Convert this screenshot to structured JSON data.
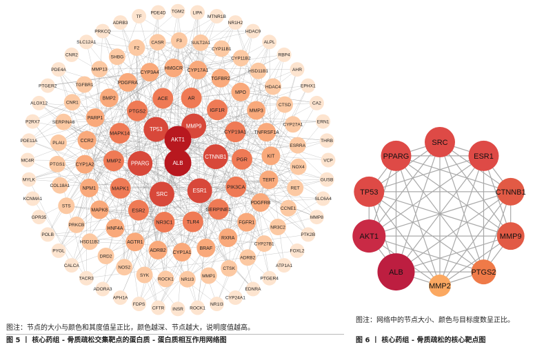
{
  "figure5": {
    "note": "图注：节点的大小与颜色和其度值呈正比，颜色越深、节点越大，说明度值越高。",
    "title": "图 5 丨 核心药组 - 骨质疏松交集靶点的蛋白质 - 蛋白质相互作用网络图",
    "rings": [
      {
        "degree": 1,
        "nodes": [
          "TGM2",
          "LIPA",
          "MTNR1B",
          "NR1H2",
          "HDAC9",
          "ALPL",
          "RBP4",
          "AHR",
          "EPHX1",
          "CA2",
          "ERN1",
          "THRB",
          "VCP",
          "GUSB",
          "SLC6A4",
          "MMP8",
          "PTK2B",
          "FOXL2",
          "ATP1A1",
          "PTGER4",
          "EDNRA",
          "CYP24A1",
          "NR1I3",
          "ROCK1",
          "INSR",
          "CFTR",
          "FDPS",
          "APH1A",
          "ADORA3",
          "TACR3",
          "CALCA",
          "PYGL",
          "POLB",
          "GPR35",
          "KCNMA1",
          "MYLK",
          "MC4R",
          "PDE11A",
          "P2RX7",
          "ALOX12",
          "PTGER2",
          "PDE4A",
          "CNR2",
          "SLC12A1",
          "PRKCQ",
          "ADRB3",
          "TF",
          "PDE4D"
        ]
      },
      {
        "degree": 2,
        "nodes": [
          "CYP11B1",
          "CYP11B2",
          "HSD11B1",
          "HDAC4",
          "CTSD",
          "CYP27A1",
          "ESRRA",
          "NOX4",
          "RET",
          "CCNE1",
          "NR3C2",
          "CYP27B1",
          "ADRB2",
          "CTSK",
          "MMP1",
          "NR1I3",
          "ROCK1",
          "SYK",
          "NOS2",
          "DRD2",
          "HSD11B2",
          "PRKCB",
          "STS",
          "COL18A1",
          "PTGS1",
          "PLAU",
          "SERPINA6",
          "CNR1",
          "TGFBR1",
          "MMP13",
          "SHBG",
          "F2",
          "CASR",
          "F3",
          "SULT2A1"
        ]
      },
      {
        "degree": 3,
        "nodes": [
          "MPO",
          "MMP3",
          "TNFRSF1A",
          "KIT",
          "TERT",
          "PDGFRB",
          "FGFR1",
          "RXRA",
          "BRAF",
          "CYP1A1",
          "ADRB2",
          "AGTR1",
          "HNF4A",
          "MAPK8",
          "NPM1",
          "CYP1A2",
          "CCR2",
          "PARP1",
          "BMP2",
          "PDGFRA",
          "CYP3A4",
          "HMGCR",
          "CYP17A1",
          "TGFBR2"
        ]
      },
      {
        "degree": 4,
        "nodes": [
          "CYP19A1",
          "PGR",
          "PIK3CA",
          "SERPINE1",
          "TLR4",
          "NR3C1",
          "ESR2",
          "MAPK1",
          "MMP2",
          "MAPK14",
          "PTGS2",
          "ACE",
          "AR",
          "IGF1R"
        ]
      },
      {
        "degree": 5,
        "nodes": [
          "CTNNB1",
          "ESR1",
          "SRC",
          "PPARG",
          "TP53",
          "MMP9"
        ]
      },
      {
        "degree": 6,
        "nodes": [
          "AKT1",
          "ALB"
        ]
      }
    ]
  },
  "figure6": {
    "note": "图注：网络中的节点大小、颜色与目标度数呈正比。",
    "title": "图 6 丨 核心药组 - 骨质疏松的核心靶点图",
    "nodes": [
      {
        "label": "SRC",
        "rank": 3
      },
      {
        "label": "ESR1",
        "rank": 3
      },
      {
        "label": "CTNNB1",
        "rank": 2
      },
      {
        "label": "MMP9",
        "rank": 2
      },
      {
        "label": "PTGS2",
        "rank": 1
      },
      {
        "label": "MMP2",
        "rank": 0
      },
      {
        "label": "ALB",
        "rank": 5
      },
      {
        "label": "AKT1",
        "rank": 4
      },
      {
        "label": "TP53",
        "rank": 3
      },
      {
        "label": "PPARG",
        "rank": 3
      }
    ],
    "colors": [
      "#fba861",
      "#ef7a48",
      "#e25a45",
      "#de4a46",
      "#c92a45",
      "#bd1e40"
    ]
  },
  "colors": {
    "edge": "#8f8f8f",
    "ring_fills": [
      "#fde4cf",
      "#fcc9a3",
      "#f9a97b",
      "#ef7a55",
      "#d8483a",
      "#b8181f"
    ]
  }
}
